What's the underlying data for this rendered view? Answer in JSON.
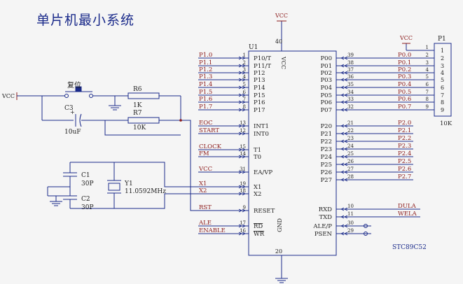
{
  "title": "单片机最小系统",
  "vcc": "VCC",
  "gnd": "GND",
  "u1": {
    "ref": "U1",
    "part": "STC89C52",
    "vcc_pin": "40",
    "gnd_pin": "20",
    "left_pins": [
      {
        "num": "1",
        "name": "P10/T",
        "net": "P1.0"
      },
      {
        "num": "2",
        "name": "P11/T",
        "net": "P1.1"
      },
      {
        "num": "3",
        "name": "P12",
        "net": "P1.2"
      },
      {
        "num": "4",
        "name": "P13",
        "net": "P1.3"
      },
      {
        "num": "5",
        "name": "P14",
        "net": "P1.4"
      },
      {
        "num": "6",
        "name": "P15",
        "net": "P1.5"
      },
      {
        "num": "7",
        "name": "P16",
        "net": "P1.6"
      },
      {
        "num": "8",
        "name": "P17",
        "net": "P1.7"
      },
      {
        "num": "13",
        "name": "INT1",
        "net": "EOC"
      },
      {
        "num": "12",
        "name": "INT0",
        "net": "START"
      },
      {
        "num": "15",
        "name": "T1",
        "net": "CLOCK"
      },
      {
        "num": "14",
        "name": "T0",
        "net": "FM"
      },
      {
        "num": "31",
        "name": "EA/VP",
        "net": "VCC"
      },
      {
        "num": "19",
        "name": "X1",
        "net": "X1"
      },
      {
        "num": "18",
        "name": "X2",
        "net": "X2"
      },
      {
        "num": "9",
        "name": "RESET",
        "net": "RST"
      },
      {
        "num": "17",
        "name": "RD",
        "net": "ALE"
      },
      {
        "num": "16",
        "name": "WR",
        "net": "ENABLE"
      }
    ],
    "right_pins": [
      {
        "num": "39",
        "name": "P00",
        "net": "P0.0"
      },
      {
        "num": "38",
        "name": "P01",
        "net": "P0.1"
      },
      {
        "num": "37",
        "name": "P02",
        "net": "P0.2"
      },
      {
        "num": "36",
        "name": "P03",
        "net": "P0.3"
      },
      {
        "num": "35",
        "name": "P04",
        "net": "P0.4"
      },
      {
        "num": "34",
        "name": "P05",
        "net": "P0.5"
      },
      {
        "num": "33",
        "name": "P06",
        "net": "P0.6"
      },
      {
        "num": "32",
        "name": "P07",
        "net": "P0.7"
      },
      {
        "num": "21",
        "name": "P20",
        "net": "P2.0"
      },
      {
        "num": "22",
        "name": "P21",
        "net": "P2.1"
      },
      {
        "num": "23",
        "name": "P22",
        "net": "P2.2"
      },
      {
        "num": "24",
        "name": "P23",
        "net": "P2.3"
      },
      {
        "num": "25",
        "name": "P24",
        "net": "P2.4"
      },
      {
        "num": "26",
        "name": "P25",
        "net": "P2.5"
      },
      {
        "num": "27",
        "name": "P26",
        "net": "P2.6"
      },
      {
        "num": "28",
        "name": "P27",
        "net": "P2.7"
      },
      {
        "num": "10",
        "name": "RXD",
        "net": "DULA"
      },
      {
        "num": "11",
        "name": "TXD",
        "net": "WELA"
      },
      {
        "num": "30",
        "name": "ALE/P",
        "net": ""
      },
      {
        "num": "29",
        "name": "PSEN",
        "net": ""
      }
    ]
  },
  "p1": {
    "ref": "P1",
    "value": "10K",
    "pins": [
      "1",
      "2",
      "3",
      "4",
      "5",
      "6",
      "7",
      "8",
      "9"
    ]
  },
  "reset": {
    "button": "复位",
    "c3": "C3",
    "c3_value": "10uF",
    "r6": "R6",
    "r6_value": "1K",
    "r7": "R7",
    "r7_value": "10K",
    "plus": "+"
  },
  "osc": {
    "c1": "C1",
    "c1_value": "30P",
    "c2": "C2",
    "c2_value": "30P",
    "y1": "Y1",
    "y1_value": "11.0592MHz"
  }
}
